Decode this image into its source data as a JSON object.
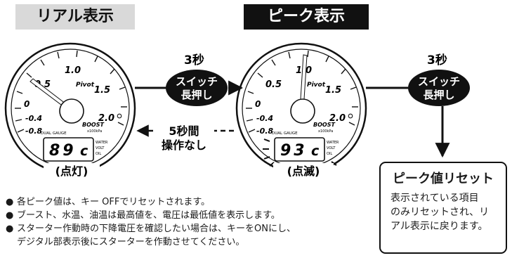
{
  "modes": {
    "real": "リアル表示",
    "peak": "ピーク表示"
  },
  "gauge": {
    "brand": "Pivot",
    "name": "DUAL GAUGE",
    "boost": "BOOST",
    "unit": "x100kPa",
    "scale": [
      "-0.8",
      "-0.4",
      "0",
      "0.5",
      "1.0",
      "1.5",
      "2.0"
    ],
    "side_labels": [
      "WATER",
      "VOLT",
      "OIL"
    ]
  },
  "gauge_real": {
    "digits": "89",
    "unit_char": "c",
    "state": "(点灯)"
  },
  "gauge_peak": {
    "digits": "93",
    "unit_char": "c",
    "state": "(点滅)"
  },
  "steps": {
    "to_peak_time": "3秒",
    "to_peak_action": [
      "スイッチ",
      "長押し"
    ],
    "back_label": [
      "5秒間",
      "操作なし"
    ],
    "reset_time": "3秒",
    "reset_action": [
      "スイッチ",
      "長押し"
    ]
  },
  "reset_box": {
    "title": "ピーク値リセット",
    "body": [
      "表示されている項目",
      "のみリセットされ、リ",
      "アル表示に戻ります。"
    ]
  },
  "notes": [
    "各ピーク値は、キー OFFでリセットされます。",
    "ブースト、水温、油温は最高値を、電圧は最低値を表示します。",
    "スターター作動時の下降電圧を確認したい場合は、キーをONにし、",
    "デジタル部表示後にスターターを作動させてください。"
  ],
  "colors": {
    "ink": "#111111",
    "label_bg": "#d9d9d9",
    "peak_bg": "#111111"
  }
}
